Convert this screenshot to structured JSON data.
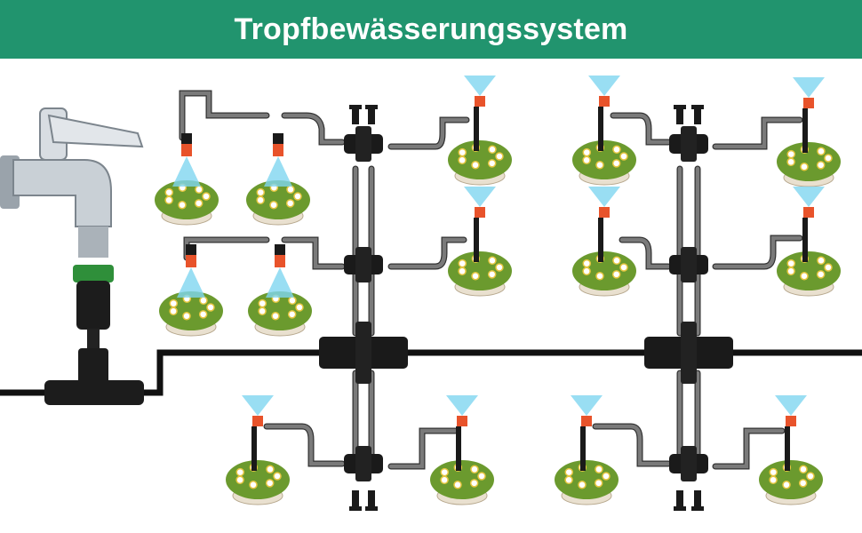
{
  "header": {
    "title": "Tropfbewässerungssystem",
    "background_color": "#21946e"
  },
  "diagram": {
    "components": [
      "faucet-icon",
      "hose-connector-icon",
      "tee-connector-icon",
      "main-pipe",
      "cross-connector-icon",
      "distribution-tube",
      "sprinkler-nozzle-icon",
      "potted-plant-icon",
      "end-plug-icon"
    ],
    "colors": {
      "main_pipe": "#111111",
      "tube": "#7a7a7a",
      "nozzle": "#e8532b",
      "spray": "#7fd6f0",
      "connector_green": "#2f8f3a"
    }
  }
}
